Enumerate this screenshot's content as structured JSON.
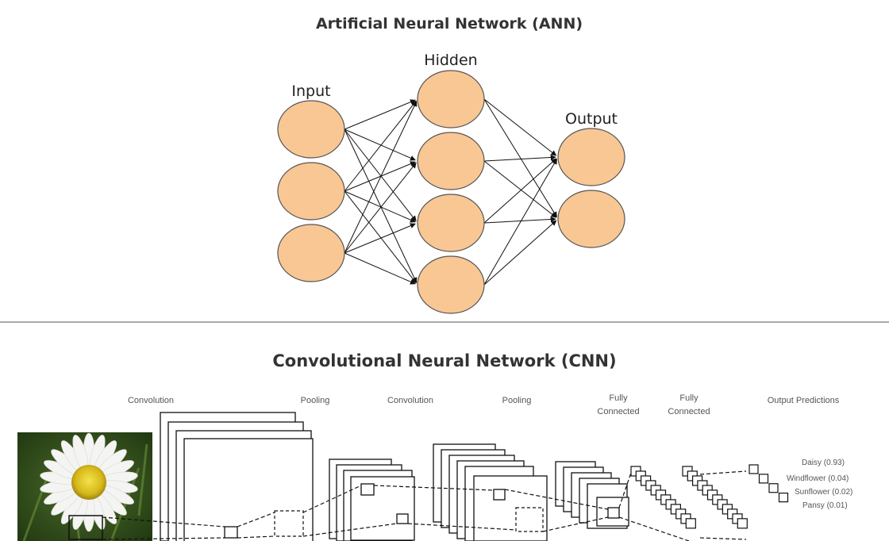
{
  "ann": {
    "title": "Artificial Neural Network (ANN)",
    "layers": [
      {
        "label": "Input",
        "count": 3
      },
      {
        "label": "Hidden",
        "count": 4
      },
      {
        "label": "Output",
        "count": 2
      }
    ],
    "neuron_color": "#F9C794"
  },
  "cnn": {
    "title": "Convolutional Neural Network (CNN)",
    "stages": [
      {
        "label": "Convolution"
      },
      {
        "label": "Pooling"
      },
      {
        "label": "Convolution"
      },
      {
        "label": "Pooling"
      },
      {
        "label_lines": [
          "Fully",
          "Connected"
        ]
      },
      {
        "label_lines": [
          "Fully",
          "Connected"
        ]
      },
      {
        "label": "Output Predictions"
      }
    ],
    "predictions": [
      "Daisy (0.93)",
      "Windflower (0.04)",
      "Sunflower (0.02)",
      "Pansy (0.01)"
    ],
    "input_image": "daisy-photo"
  }
}
